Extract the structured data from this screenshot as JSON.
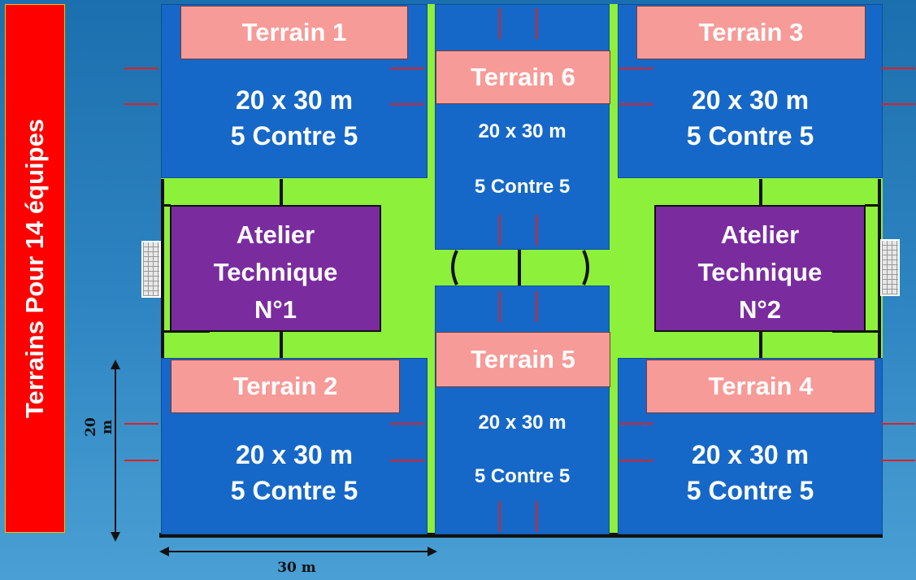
{
  "title": "Terrains Pour 14 équipes",
  "colors": {
    "court": "#1668c8",
    "label": "#f79b98",
    "atelier": "#7a2c9e",
    "grass": "#8df03a",
    "banner": "#ff0000"
  },
  "terrains": [
    {
      "name": "Terrain 1",
      "size": "20 x 30 m",
      "format": "5  Contre 5"
    },
    {
      "name": "Terrain 2",
      "size": "20 x 30 m",
      "format": "5  Contre 5"
    },
    {
      "name": "Terrain 3",
      "size": "20 x 30 m",
      "format": "5  Contre 5"
    },
    {
      "name": "Terrain 4",
      "size": "20 x 30 m",
      "format": "5  Contre 5"
    },
    {
      "name": "Terrain 5",
      "size": "20 x 30 m",
      "format": "5  Contre 5"
    },
    {
      "name": "Terrain 6",
      "size": "20 x 30 m",
      "format": "5  Contre 5"
    }
  ],
  "ateliers": [
    {
      "line1": "Atelier",
      "line2": "Technique",
      "line3": "N°1"
    },
    {
      "line1": "Atelier",
      "line2": "Technique",
      "line3": "N°2"
    }
  ],
  "dimensions": {
    "height": "20 m",
    "width": "30 m"
  }
}
